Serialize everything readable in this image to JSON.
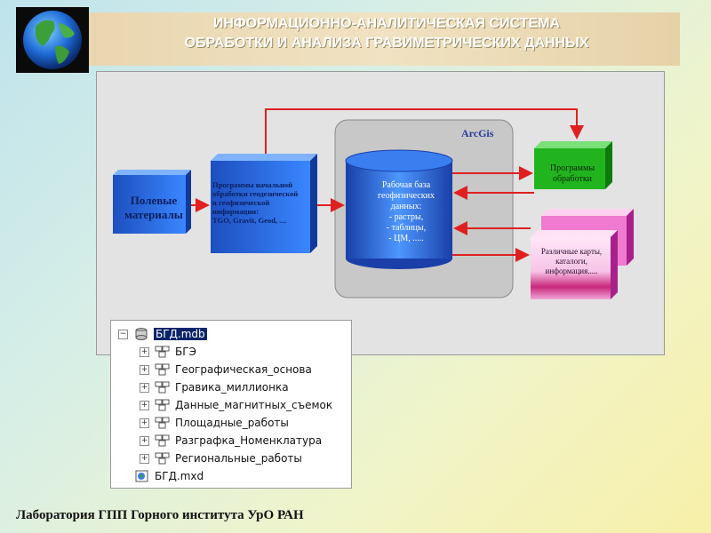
{
  "header": {
    "title_line1": "ИНФОРМАЦИОННО-АНАЛИТИЧЕСКАЯ СИСТЕМА",
    "title_line2": "ОБРАБОТКИ И АНАЛИЗА ГРАВИМЕТРИЧЕСКИХ ДАННЫХ"
  },
  "diagram": {
    "field_materials": "Полевые\nматериалы",
    "initial_processing": "Программы начальной\nобработки геодезической\nи геофизической\n   информации:\nTGO, Gravit, Geod, ....",
    "arcgis_label": "ArcGis",
    "database": "Рабочая база\nгеофизических\nданных:\n- растры,\n- таблицы,\n- ЦМ, .....",
    "processing_programs": "Программы\nобработки",
    "maps": "Различные карты,\nкаталоги,\nинформация....."
  },
  "tree": {
    "root": "БГД.mdb",
    "items": [
      "БГЭ",
      "Географическая_основа",
      "Гравика_миллионка",
      "Данные_магнитных_съемок",
      "Площадные_работы",
      "Разграфка_Номенклатура",
      "Региональные_работы"
    ],
    "mxd": "БГД.mxd"
  },
  "footer": {
    "text": "Лаборатория ГПП Горного института УрО РАН"
  },
  "colors": {
    "arrow": "#e02020",
    "blue_box": "#2f6fe0",
    "green_box": "#22b41e",
    "pink_box": "#f07ad0"
  }
}
